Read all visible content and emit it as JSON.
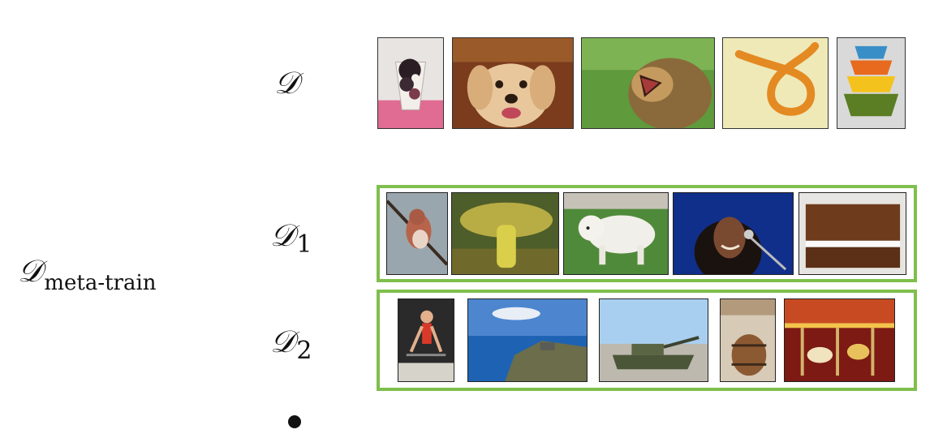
{
  "labels": {
    "d": {
      "main": "𝒟",
      "sub": ""
    },
    "d1": {
      "main": "𝒟",
      "sub": "1"
    },
    "d2": {
      "main": "𝒟",
      "sub": "2"
    },
    "meta": {
      "main": "𝒟",
      "sub": "meta-train"
    }
  },
  "rows": {
    "d": [
      "parfait",
      "golden-retriever",
      "lion",
      "knot",
      "bowls"
    ],
    "d1": [
      "bird",
      "mushroom",
      "white-dog",
      "singer",
      "piano"
    ],
    "d2": [
      "gymnast",
      "cliff",
      "tank",
      "barrel",
      "carousel"
    ]
  },
  "colors": {
    "group_border": "#7fbf4d"
  },
  "more_indicator": "•"
}
